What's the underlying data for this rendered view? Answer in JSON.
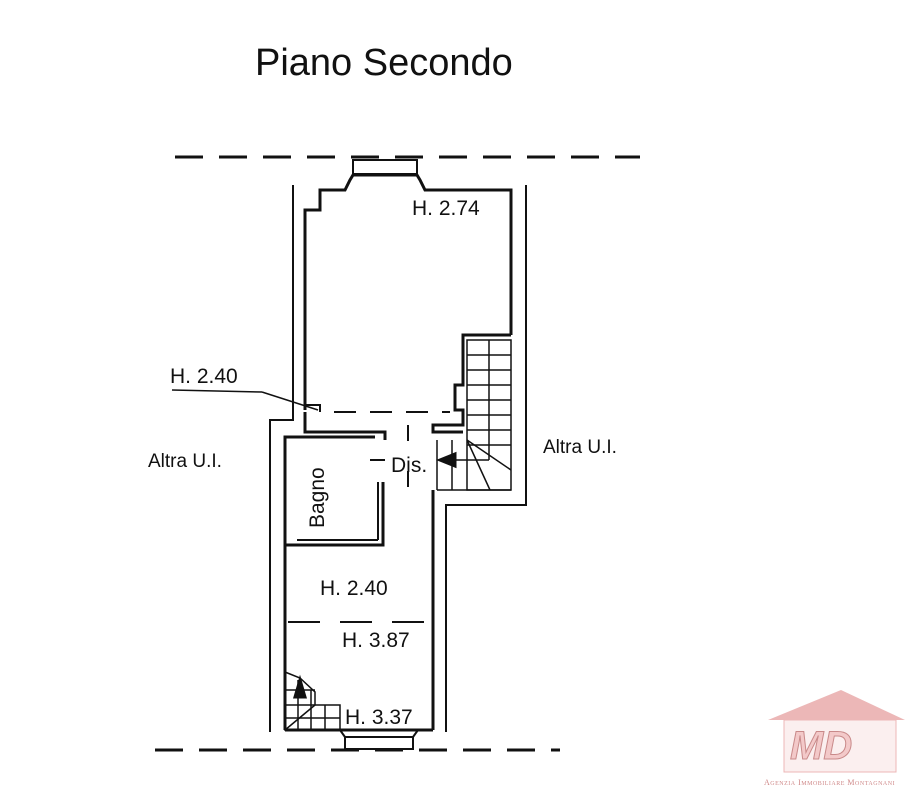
{
  "title": "Piano Secondo",
  "labels": {
    "h_upper": "H. 2.74",
    "h_landing": "H. 2.40",
    "left_unit": "Altra U.I.",
    "right_unit": "Altra U.I.",
    "bathroom": "Bagno",
    "hall": "Dis.",
    "h_middle": "H. 2.40",
    "h_lower_a": "H. 3.87",
    "h_lower_b": "H. 3.37"
  },
  "logo": {
    "initials": "MD",
    "agency": "Agenzia Immobiliare Montagnani",
    "color": "#e8a9a9"
  }
}
